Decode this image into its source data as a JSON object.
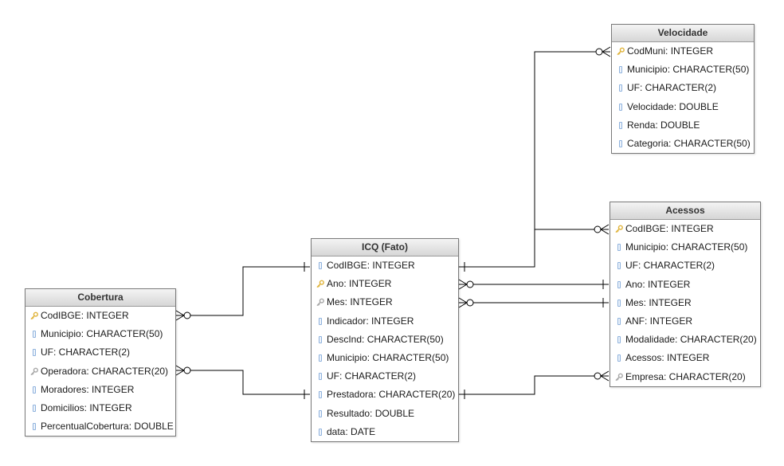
{
  "entities": {
    "velocidade": {
      "title": "Velocidade",
      "attributes": [
        {
          "label": "CodMuni: INTEGER",
          "icon": "primary-key-icon"
        },
        {
          "label": "Municipio: CHARACTER(50)",
          "icon": "field-icon"
        },
        {
          "label": "UF: CHARACTER(2)",
          "icon": "field-icon"
        },
        {
          "label": "Velocidade: DOUBLE",
          "icon": "field-icon"
        },
        {
          "label": "Renda: DOUBLE",
          "icon": "field-icon"
        },
        {
          "label": "Categoria: CHARACTER(50)",
          "icon": "field-icon"
        }
      ]
    },
    "acessos": {
      "title": "Acessos",
      "attributes": [
        {
          "label": "CodIBGE: INTEGER",
          "icon": "primary-key-icon"
        },
        {
          "label": "Municipio: CHARACTER(50)",
          "icon": "field-icon"
        },
        {
          "label": "UF: CHARACTER(2)",
          "icon": "field-icon"
        },
        {
          "label": "Ano: INTEGER",
          "icon": "field-icon"
        },
        {
          "label": "Mes: INTEGER",
          "icon": "field-icon"
        },
        {
          "label": "ANF: INTEGER",
          "icon": "field-icon"
        },
        {
          "label": "Modalidade: CHARACTER(20)",
          "icon": "field-icon"
        },
        {
          "label": "Acessos: INTEGER",
          "icon": "field-icon"
        },
        {
          "label": "Empresa: CHARACTER(20)",
          "icon": "foreign-key-icon"
        }
      ]
    },
    "icq": {
      "title": "ICQ (Fato)",
      "attributes": [
        {
          "label": "CodIBGE: INTEGER",
          "icon": "field-icon"
        },
        {
          "label": "Ano: INTEGER",
          "icon": "primary-key-icon"
        },
        {
          "label": "Mes: INTEGER",
          "icon": "foreign-key-icon"
        },
        {
          "label": "Indicador: INTEGER",
          "icon": "field-icon"
        },
        {
          "label": "DescInd: CHARACTER(50)",
          "icon": "field-icon"
        },
        {
          "label": "Municipio: CHARACTER(50)",
          "icon": "field-icon"
        },
        {
          "label": "UF: CHARACTER(2)",
          "icon": "field-icon"
        },
        {
          "label": "Prestadora: CHARACTER(20)",
          "icon": "field-icon"
        },
        {
          "label": "Resultado: DOUBLE",
          "icon": "field-icon"
        },
        {
          "label": "data: DATE",
          "icon": "field-icon"
        }
      ]
    },
    "cobertura": {
      "title": "Cobertura",
      "attributes": [
        {
          "label": "CodIBGE: INTEGER",
          "icon": "primary-key-icon"
        },
        {
          "label": "Municipio: CHARACTER(50)",
          "icon": "field-icon"
        },
        {
          "label": "UF: CHARACTER(2)",
          "icon": "field-icon"
        },
        {
          "label": "Operadora: CHARACTER(20)",
          "icon": "foreign-key-icon"
        },
        {
          "label": "Moradores: INTEGER",
          "icon": "field-icon"
        },
        {
          "label": "Domicilios: INTEGER",
          "icon": "field-icon"
        },
        {
          "label": "PercentualCobertura: DOUBLE",
          "icon": "field-icon"
        }
      ]
    }
  },
  "relationships": [
    {
      "from": "icq.CodIBGE",
      "to": "velocidade.CodMuni",
      "from_end": "one",
      "to_end": "zero-or-many"
    },
    {
      "from": "icq.CodIBGE",
      "to": "acessos.CodIBGE",
      "from_end": "one",
      "to_end": "zero-or-many"
    },
    {
      "from": "icq.Ano",
      "to": "acessos.Ano",
      "from_end": "zero-or-many",
      "to_end": "one"
    },
    {
      "from": "icq.Mes",
      "to": "acessos.Mes",
      "from_end": "zero-or-many",
      "to_end": "one"
    },
    {
      "from": "icq.Prestadora",
      "to": "acessos.Empresa",
      "from_end": "one",
      "to_end": "zero-or-many"
    },
    {
      "from": "icq.CodIBGE",
      "to": "cobertura.CodIBGE",
      "from_end": "one",
      "to_end": "zero-or-many"
    },
    {
      "from": "icq.Prestadora",
      "to": "cobertura.Operadora",
      "from_end": "one",
      "to_end": "zero-or-many"
    }
  ],
  "colors": {
    "primary_key": "#e0b43c",
    "foreign_key": "#a8a8a8",
    "field": "#8fb2dd",
    "line": "#000000"
  }
}
